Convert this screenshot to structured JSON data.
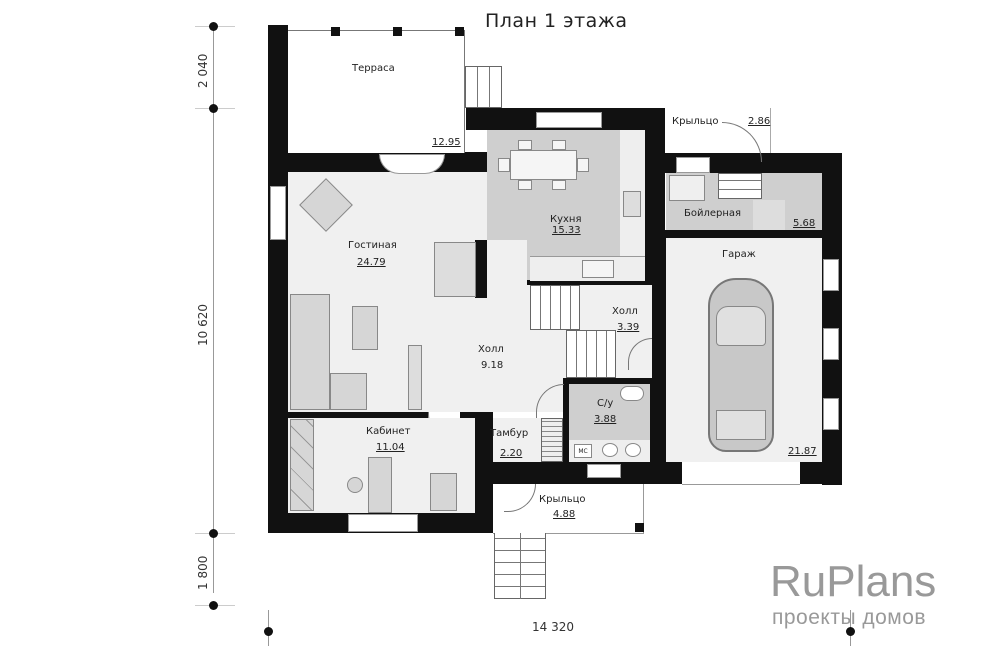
{
  "plan": {
    "title": "План 1 этажа"
  },
  "rooms": [
    {
      "id": "terrace",
      "name": "Терраса",
      "area": "12.95"
    },
    {
      "id": "kitchen",
      "name": "Кухня",
      "area": "15.33"
    },
    {
      "id": "porch_top",
      "name": "Крыльцо",
      "area": "2.86"
    },
    {
      "id": "boiler",
      "name": "Бойлерная",
      "area": "5.68"
    },
    {
      "id": "living",
      "name": "Гостиная",
      "area": "24.79"
    },
    {
      "id": "garage",
      "name": "Гараж",
      "area": "21.87"
    },
    {
      "id": "hall_small",
      "name": "Холл",
      "area": "3.39"
    },
    {
      "id": "hall_main",
      "name": "Холл",
      "area": "9.18"
    },
    {
      "id": "bathroom",
      "name": "С/у",
      "area": "3.88"
    },
    {
      "id": "study",
      "name": "Кабинет",
      "area": "11.04"
    },
    {
      "id": "vestibule",
      "name": "Тамбур",
      "area": "2.20"
    },
    {
      "id": "porch_bottom",
      "name": "Крыльцо",
      "area": "4.88"
    }
  ],
  "fixtures": {
    "washer_label": "МС"
  },
  "dimensions": {
    "left_top": "2 040",
    "left_middle": "10 620",
    "left_bottom": "1 800",
    "bottom_width": "14 320"
  },
  "branding": {
    "logo": "RuPlans",
    "tagline": "проекты домов"
  },
  "colors": {
    "wall": "#111111",
    "room_light": "#f0f0f0",
    "room_dark": "#cfcfcf",
    "logo": "#999999"
  }
}
